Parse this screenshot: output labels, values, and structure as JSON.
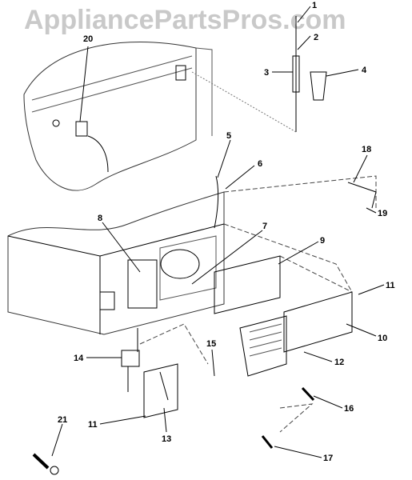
{
  "watermark": "AppliancePartsPros.com",
  "callouts": [
    {
      "id": "part-1",
      "label": "1"
    },
    {
      "id": "part-2",
      "label": "2"
    },
    {
      "id": "part-3",
      "label": "3"
    },
    {
      "id": "part-4",
      "label": "4"
    },
    {
      "id": "part-5",
      "label": "5"
    },
    {
      "id": "part-6",
      "label": "6"
    },
    {
      "id": "part-7",
      "label": "7"
    },
    {
      "id": "part-8",
      "label": "8"
    },
    {
      "id": "part-9",
      "label": "9"
    },
    {
      "id": "part-10",
      "label": "10"
    },
    {
      "id": "part-11a",
      "label": "11"
    },
    {
      "id": "part-11b",
      "label": "11"
    },
    {
      "id": "part-12",
      "label": "12"
    },
    {
      "id": "part-13",
      "label": "13"
    },
    {
      "id": "part-14",
      "label": "14"
    },
    {
      "id": "part-15",
      "label": "15"
    },
    {
      "id": "part-16",
      "label": "16"
    },
    {
      "id": "part-17",
      "label": "17"
    },
    {
      "id": "part-18",
      "label": "18"
    },
    {
      "id": "part-19",
      "label": "19"
    },
    {
      "id": "part-20",
      "label": "20"
    },
    {
      "id": "part-21",
      "label": "21"
    }
  ]
}
